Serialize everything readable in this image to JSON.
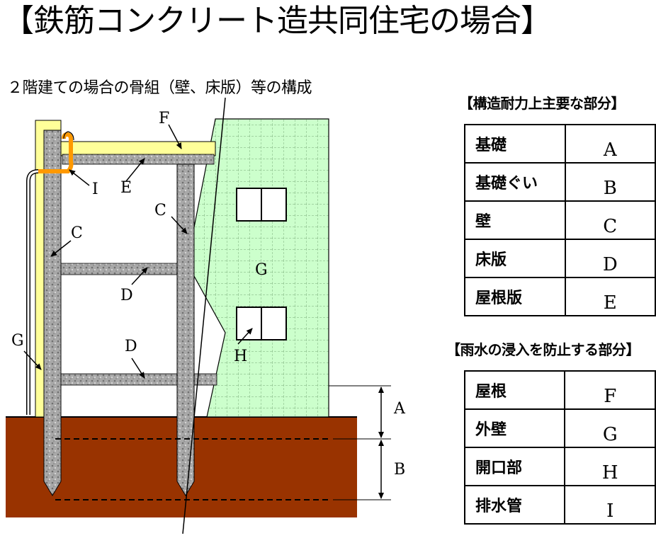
{
  "title": "【鉄筋コンクリート造共同住宅の場合】",
  "subtitle": "２階建ての場合の骨組（壁、床版）等の構成",
  "structural_table": {
    "heading": "【構造耐力上主要な部分】",
    "rows": [
      {
        "name": "基礎",
        "code": "A"
      },
      {
        "name": "基礎ぐい",
        "code": "B"
      },
      {
        "name": "壁",
        "code": "C"
      },
      {
        "name": "床版",
        "code": "D"
      },
      {
        "name": "屋根版",
        "code": "E"
      }
    ]
  },
  "rain_table": {
    "heading": "【雨水の浸入を防止する部分】",
    "rows": [
      {
        "name": "屋根",
        "code": "F"
      },
      {
        "name": "外壁",
        "code": "G"
      },
      {
        "name": "開口部",
        "code": "H"
      },
      {
        "name": "排水管",
        "code": "I"
      }
    ]
  },
  "diagram_labels": {
    "f": "F",
    "e": "E",
    "i": "I",
    "c_left": "C",
    "c_right": "C",
    "g_wall": "G",
    "g_left": "G",
    "d_upper": "D",
    "d_lower": "D",
    "h": "H",
    "a": "A",
    "b": "B"
  },
  "colors": {
    "soil": "#993300",
    "exterior_wall": "#ccffcc",
    "wall_grid": "#99cc99",
    "roof_waterproof": "#ffff99",
    "drain_pipe": "#ff9900",
    "concrete": "#a6a6a6"
  }
}
